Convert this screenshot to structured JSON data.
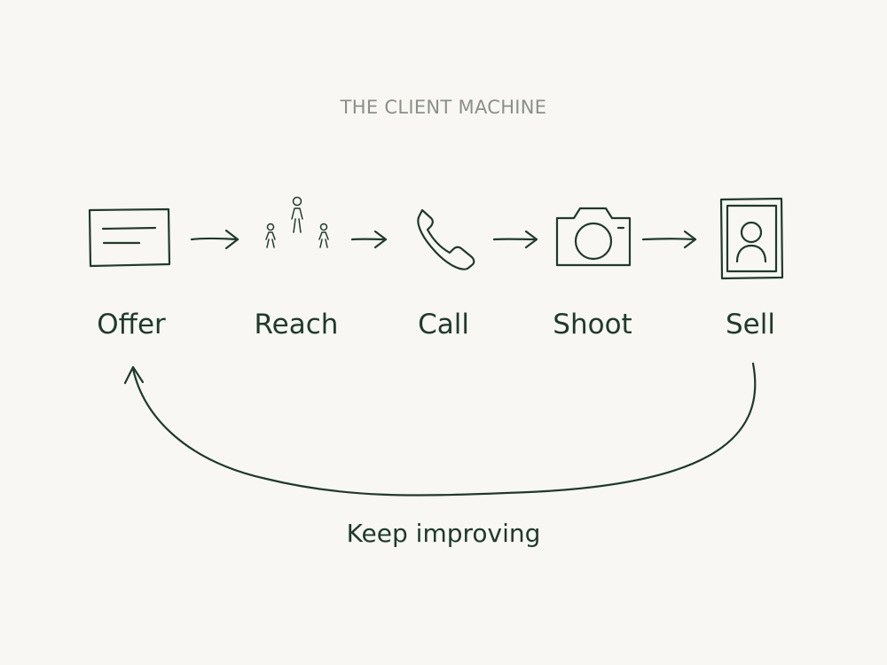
{
  "title": "THE CLIENT MACHINE",
  "steps": [
    {
      "label": "Offer",
      "icon": "document-icon"
    },
    {
      "label": "Reach",
      "icon": "people-icon"
    },
    {
      "label": "Call",
      "icon": "phone-icon"
    },
    {
      "label": "Shoot",
      "icon": "camera-icon"
    },
    {
      "label": "Sell",
      "icon": "framed-portrait-icon"
    }
  ],
  "loop_label": "Keep improving",
  "colors": {
    "background": "#f9f7f3",
    "ink": "#1d3b2c",
    "title": "#8a9089"
  }
}
